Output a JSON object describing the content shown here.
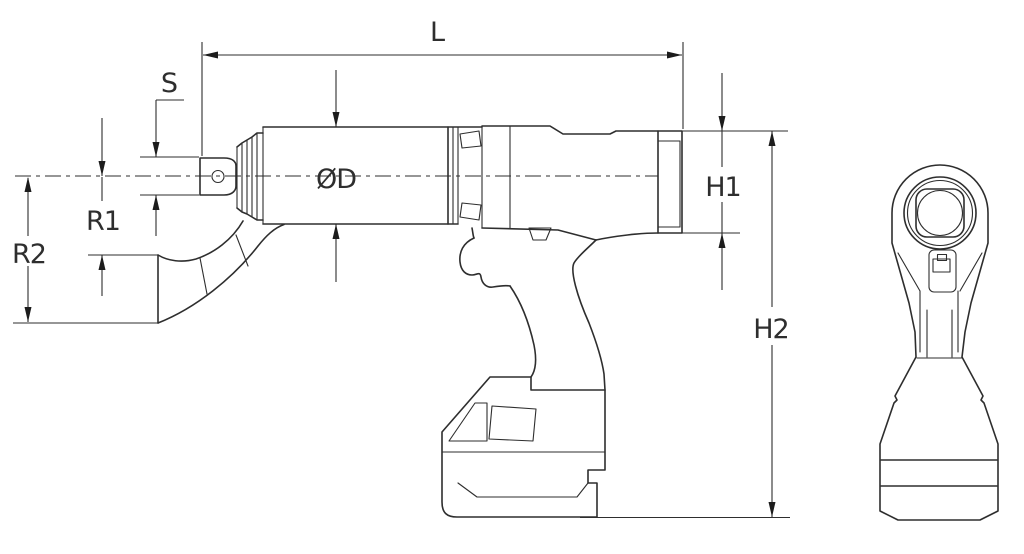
{
  "drawing": {
    "kind": "technical dimensional drawing",
    "subject": "cordless pistol-grip power tool (side view and front view)",
    "colors": {
      "line": "#2e2e2e",
      "background": "#ffffff"
    },
    "dimensions": {
      "length": "L",
      "drive_size": "S",
      "radius_1": "R1",
      "radius_2": "R2",
      "body_diameter": "ØD",
      "head_height": "H1",
      "overall_height": "H2"
    }
  }
}
